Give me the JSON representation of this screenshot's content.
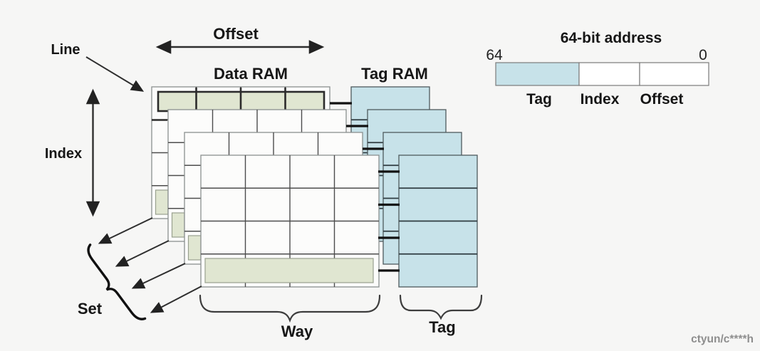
{
  "labels": {
    "line": "Line",
    "offset": "Offset",
    "data_ram": "Data RAM",
    "tag_ram": "Tag RAM",
    "index": "Index",
    "set": "Set",
    "way": "Way",
    "tag": "Tag"
  },
  "address": {
    "title": "64-bit address",
    "msb": "64",
    "lsb": "0",
    "fields": [
      {
        "label": "Tag",
        "fill": "#c7e2e9"
      },
      {
        "label": "Index",
        "fill": "#ffffff"
      },
      {
        "label": "Offset",
        "fill": "#ffffff"
      }
    ]
  },
  "structure": {
    "data_ram_sheets": 4,
    "tag_ram_sheets": 4,
    "columns_per_data_sheet": 4,
    "rows_per_sheet": 4
  },
  "colors": {
    "highlight_green": "#e0e6d1",
    "tag_blue": "#c7e2e9",
    "background": "#f6f6f5"
  },
  "watermark": "ctyun/c****h"
}
